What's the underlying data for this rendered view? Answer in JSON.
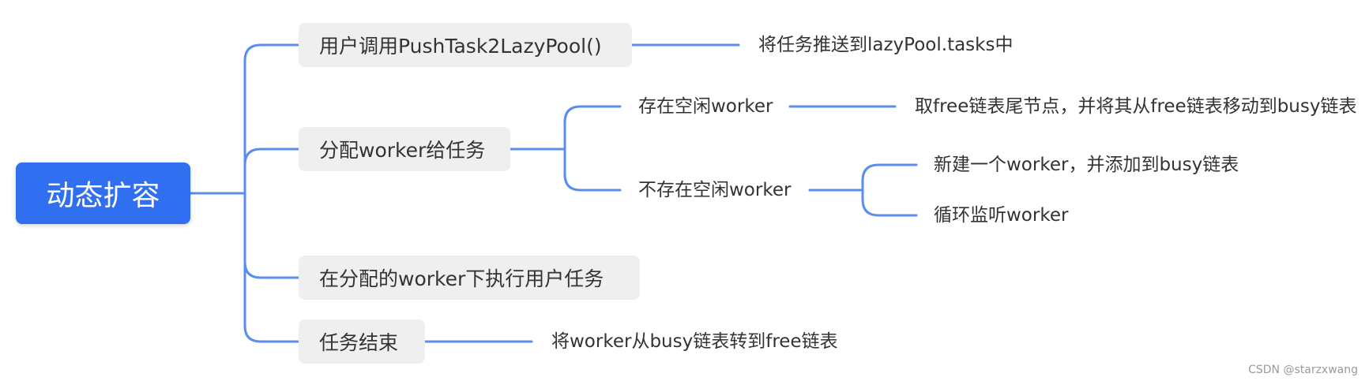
{
  "root": {
    "label": "动态扩容"
  },
  "branches": {
    "push": {
      "label": "用户调用PushTask2LazyPool()",
      "child": "将任务推送到lazyPool.tasks中"
    },
    "assign": {
      "label": "分配worker给任务",
      "idle": {
        "label": "存在空闲worker",
        "child": "取free链表尾节点，并将其从free链表移动到busy链表"
      },
      "noidle": {
        "label": "不存在空闲worker",
        "children": [
          "新建一个worker，并添加到busy链表",
          "循环监听worker"
        ]
      }
    },
    "exec": {
      "label": "在分配的worker下执行用户任务"
    },
    "end": {
      "label": "任务结束",
      "child": "将worker从busy链表转到free链表"
    }
  },
  "watermark": "CSDN @starzxwang",
  "colors": {
    "root_fill": "#2f6ff0",
    "line": "#5b8def",
    "box_fill": "#efefef",
    "text": "#333333"
  }
}
